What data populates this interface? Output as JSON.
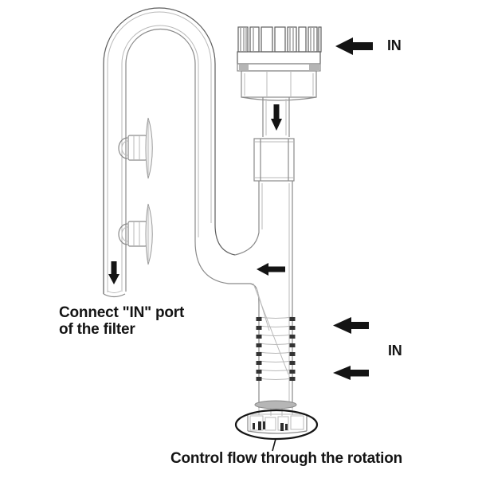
{
  "labels": {
    "in_top": "IN",
    "in_side": "IN",
    "connect": {
      "line1": "Connect \"IN\" port",
      "line2": "of the filter"
    },
    "control": "Control flow through the rotation"
  },
  "icons": {
    "arrows": [
      "in-arrow-top",
      "flow-down-arrow-cap",
      "flow-left-arrow-junction",
      "flow-down-arrow-outlet",
      "in-arrow-side-upper",
      "in-arrow-side-lower"
    ],
    "annotation": "rotation-circle-highlight"
  },
  "colors": {
    "background": "#ffffff",
    "ink": "#141414",
    "glass_line": "#8a8a8a",
    "glass_light": "#b9b9b9",
    "slot_dark": "#333333",
    "ring_gray": "#b6b6b6"
  }
}
